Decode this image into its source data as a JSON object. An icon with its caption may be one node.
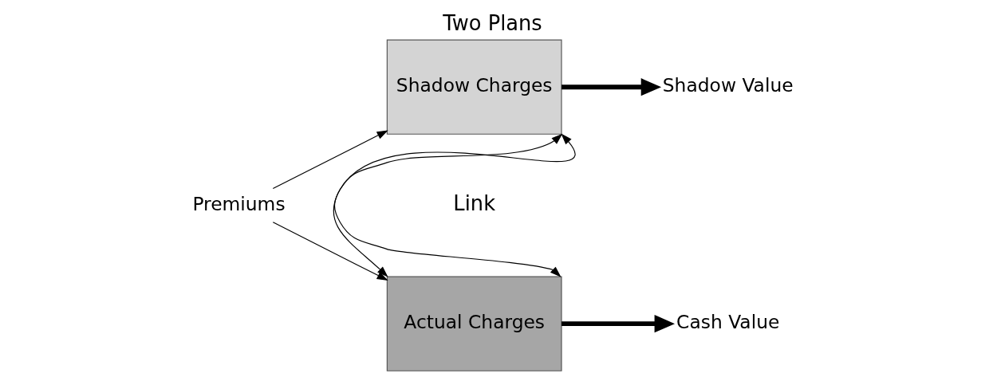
{
  "diagram": {
    "title": "Two Plans",
    "nodes": [
      {
        "text": [
          "Premiums"
        ]
      },
      {
        "text": [
          "Shadow Charges"
        ]
      },
      {
        "text": [
          "Actual Charges"
        ]
      },
      {
        "text": [
          "Shadow Value"
        ]
      },
      {
        "text": [
          "Cash Value"
        ]
      }
    ],
    "edges": [
      {
        "from": 0,
        "to": 1,
        "arrow": "to"
      },
      {
        "from": 0,
        "to": 2,
        "arrow": "to"
      },
      {
        "from": 1,
        "to": 2,
        "arrow": "both"
      },
      {
        "from": 1,
        "to": 2,
        "arrow": "both"
      },
      {
        "from": 1,
        "to": 3,
        "arrow": "to",
        "style": "thick"
      },
      {
        "from": 2,
        "to": 4,
        "arrow": "to",
        "style": "thick"
      }
    ],
    "labels": [
      "Link"
    ]
  }
}
